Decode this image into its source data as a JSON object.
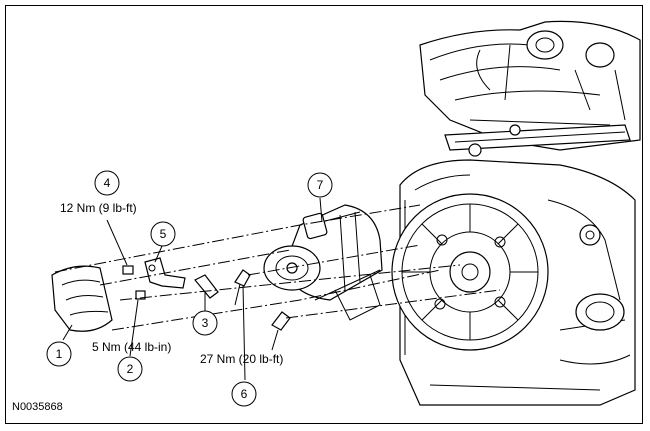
{
  "figure_id": "N0035868",
  "callouts": [
    {
      "number": "1"
    },
    {
      "number": "2"
    },
    {
      "number": "3"
    },
    {
      "number": "4"
    },
    {
      "number": "5"
    },
    {
      "number": "6"
    },
    {
      "number": "7"
    }
  ],
  "torque_specs": {
    "item4": "12 Nm (9 lb-ft)",
    "item2": "5 Nm (44 lb-in)",
    "item6": "27 Nm (20 lb-ft)"
  }
}
